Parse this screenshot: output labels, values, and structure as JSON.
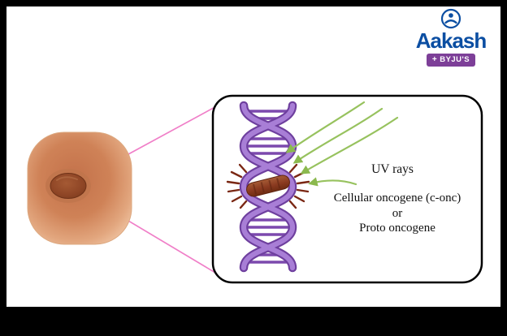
{
  "page": {
    "frame_color": "#000000",
    "canvas_color": "#ffffff"
  },
  "logo": {
    "brand": "Aakash",
    "badge_plus": "+",
    "badge": "BYJU'S",
    "brand_color": "#0b4ea2",
    "badge_color": "#7d3f98"
  },
  "diagram": {
    "labels": {
      "uv_rays": "UV rays",
      "oncogene_line1": "Cellular oncogene (c-onc)",
      "oncogene_line2": "or",
      "oncogene_line3": "Proto oncogene"
    },
    "colors": {
      "helix_strand": "#a87ed6",
      "helix_outline": "#6e3f9e",
      "helix_rung": "#7c49ad",
      "uv_arrow": "#97c25e",
      "zoom_line": "#f07fc8",
      "cell_body": "#cf8257",
      "nucleus": "#8f4626",
      "damaged_segment": "#8a3a20",
      "box_border": "#000000"
    }
  }
}
